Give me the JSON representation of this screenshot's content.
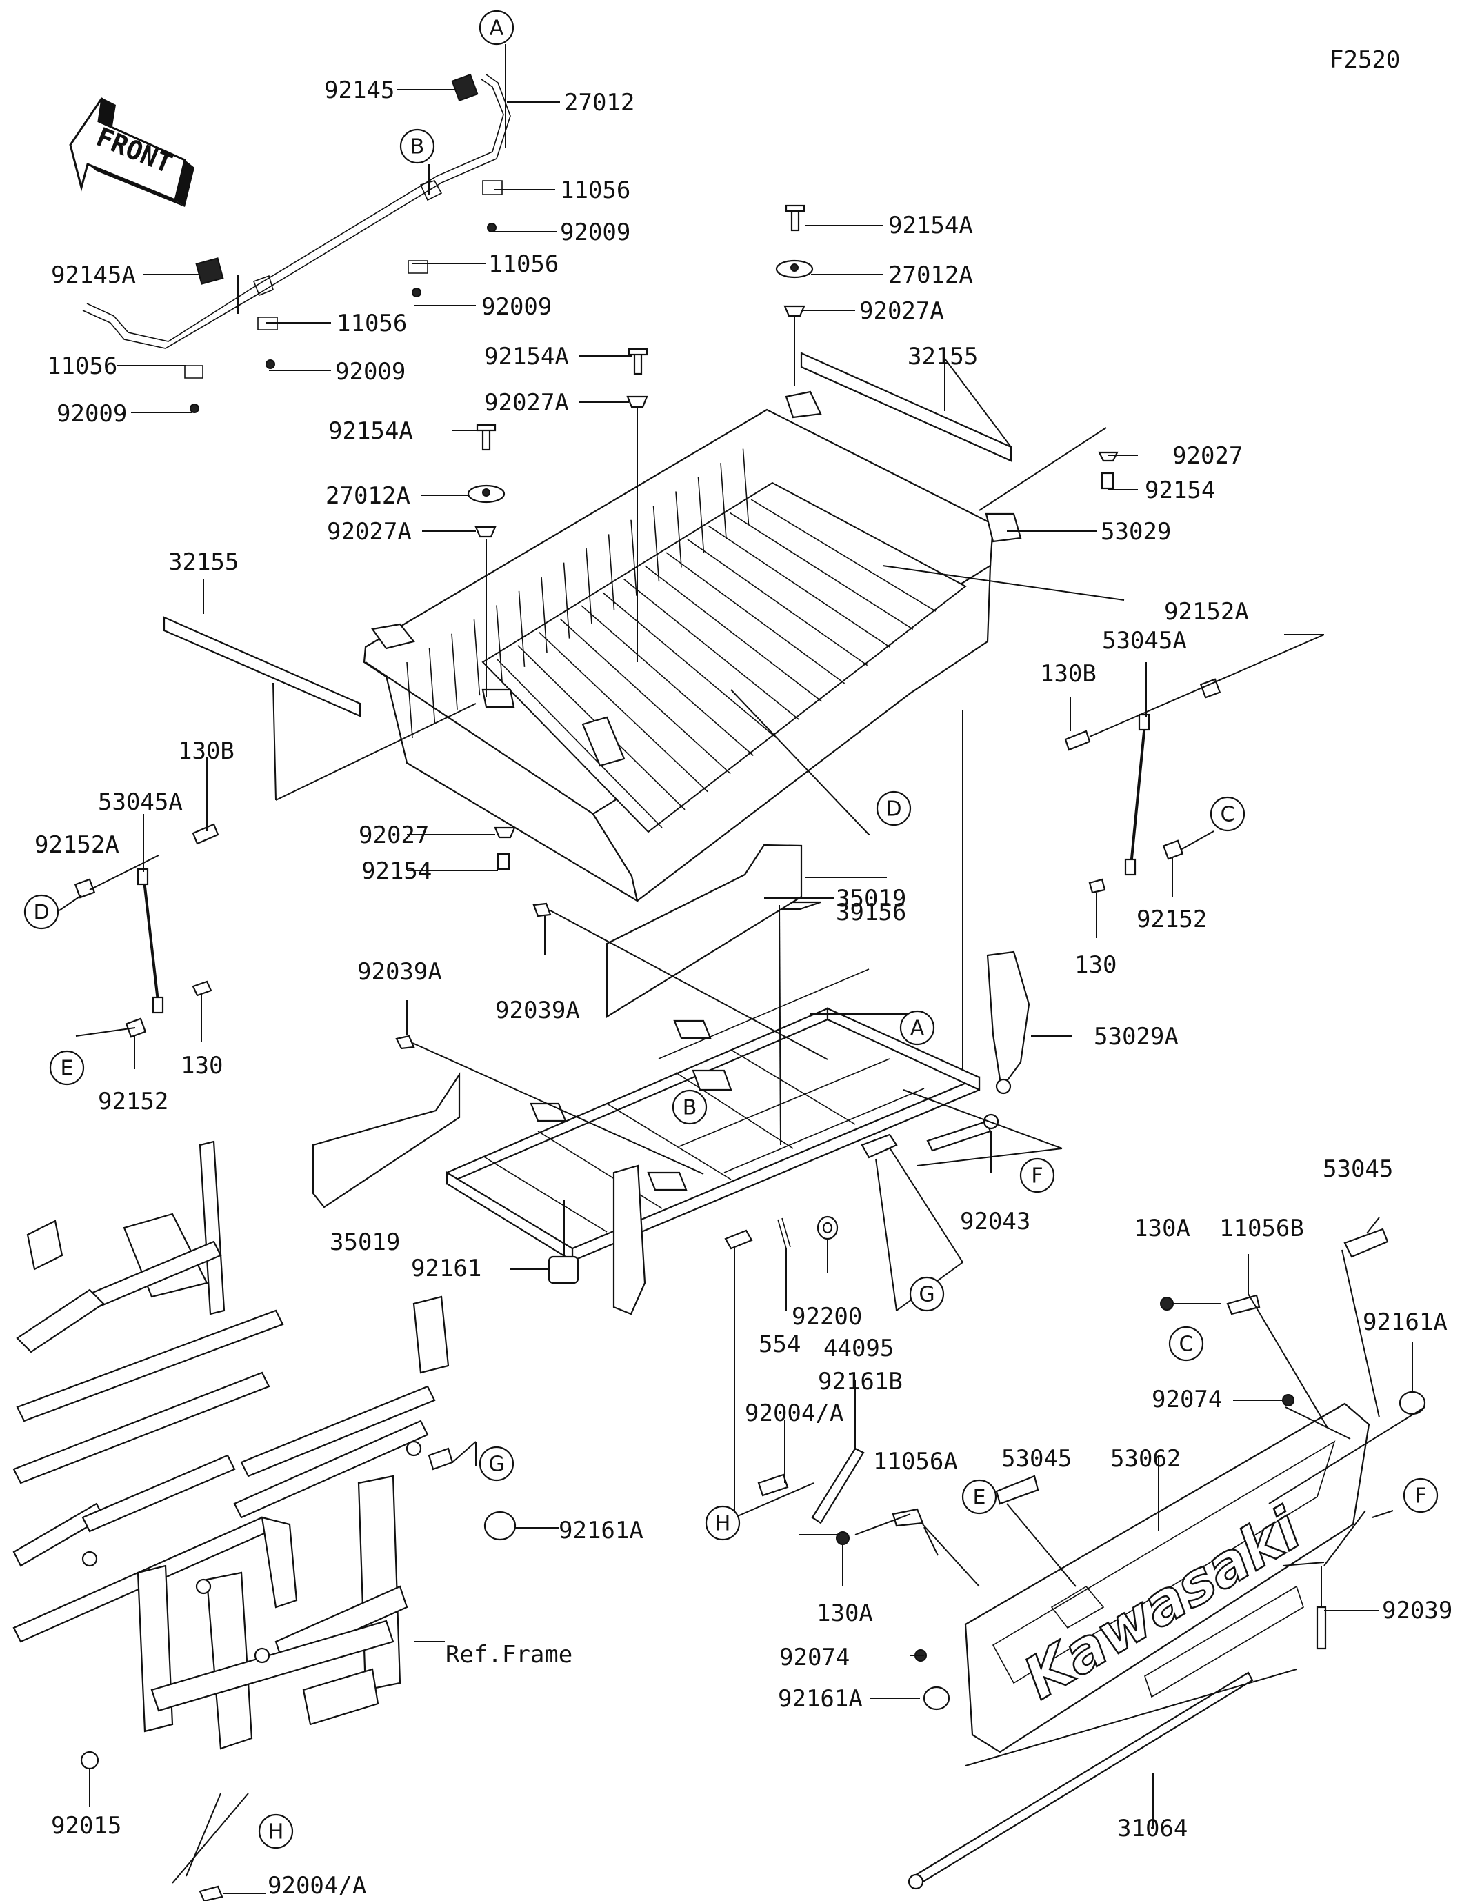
{
  "diagram": {
    "code": "F2520",
    "front_label": "FRONT",
    "brand_on_tailgate": "Kawasaki",
    "part_labels": [
      {
        "id": "p-92145",
        "text": "92145"
      },
      {
        "id": "p-27012",
        "text": "27012"
      },
      {
        "id": "p-11056-a",
        "text": "11056"
      },
      {
        "id": "p-92009-a",
        "text": "92009"
      },
      {
        "id": "p-92145A",
        "text": "92145A"
      },
      {
        "id": "p-11056-b",
        "text": "11056"
      },
      {
        "id": "p-92009-b",
        "text": "92009"
      },
      {
        "id": "p-11056-c",
        "text": "11056"
      },
      {
        "id": "p-92009-c",
        "text": "92009"
      },
      {
        "id": "p-11056-d",
        "text": "11056"
      },
      {
        "id": "p-92009-d",
        "text": "92009"
      },
      {
        "id": "p-92154A-a",
        "text": "92154A"
      },
      {
        "id": "p-27012A-a",
        "text": "27012A"
      },
      {
        "id": "p-92027A-a",
        "text": "92027A"
      },
      {
        "id": "p-92154A-b",
        "text": "92154A"
      },
      {
        "id": "p-32155-a",
        "text": "32155"
      },
      {
        "id": "p-92027A-b",
        "text": "92027A"
      },
      {
        "id": "p-92154A-c",
        "text": "92154A"
      },
      {
        "id": "p-92027-a",
        "text": "92027"
      },
      {
        "id": "p-27012A-b",
        "text": "27012A"
      },
      {
        "id": "p-92154-a",
        "text": "92154"
      },
      {
        "id": "p-92027A-c",
        "text": "92027A"
      },
      {
        "id": "p-53029",
        "text": "53029"
      },
      {
        "id": "p-32155-b",
        "text": "32155"
      },
      {
        "id": "p-92152A-a",
        "text": "92152A"
      },
      {
        "id": "p-53045A-a",
        "text": "53045A"
      },
      {
        "id": "p-130B-a",
        "text": "130B"
      },
      {
        "id": "p-130B-b",
        "text": "130B"
      },
      {
        "id": "p-53045A-b",
        "text": "53045A"
      },
      {
        "id": "p-92152A-b",
        "text": "92152A"
      },
      {
        "id": "p-92027-b",
        "text": "92027"
      },
      {
        "id": "p-92154-b",
        "text": "92154"
      },
      {
        "id": "p-35019-a",
        "text": "35019"
      },
      {
        "id": "p-92152-a",
        "text": "92152"
      },
      {
        "id": "p-130-a",
        "text": "130"
      },
      {
        "id": "p-39156",
        "text": "39156"
      },
      {
        "id": "p-92039A-a",
        "text": "92039A"
      },
      {
        "id": "p-92039A-b",
        "text": "92039A"
      },
      {
        "id": "p-53029A",
        "text": "53029A"
      },
      {
        "id": "p-130-b",
        "text": "130"
      },
      {
        "id": "p-92152-b",
        "text": "92152"
      },
      {
        "id": "p-53045-a",
        "text": "53045"
      },
      {
        "id": "p-35019-b",
        "text": "35019"
      },
      {
        "id": "p-92043",
        "text": "92043"
      },
      {
        "id": "p-130A-a",
        "text": "130A"
      },
      {
        "id": "p-11056B",
        "text": "11056B"
      },
      {
        "id": "p-92161",
        "text": "92161"
      },
      {
        "id": "p-92200",
        "text": "92200"
      },
      {
        "id": "p-554",
        "text": "554"
      },
      {
        "id": "p-44095",
        "text": "44095"
      },
      {
        "id": "p-92161A-a",
        "text": "92161A"
      },
      {
        "id": "p-92161B",
        "text": "92161B"
      },
      {
        "id": "p-92004A-a",
        "text": "92004/A"
      },
      {
        "id": "p-92074-a",
        "text": "92074"
      },
      {
        "id": "p-11056A",
        "text": "11056A"
      },
      {
        "id": "p-53045-b",
        "text": "53045"
      },
      {
        "id": "p-53062",
        "text": "53062"
      },
      {
        "id": "p-92161A-b",
        "text": "92161A"
      },
      {
        "id": "p-130A-b",
        "text": "130A"
      },
      {
        "id": "p-92039",
        "text": "92039"
      },
      {
        "id": "p-ref-frame",
        "text": "Ref.Frame"
      },
      {
        "id": "p-92074-b",
        "text": "92074"
      },
      {
        "id": "p-92161A-c",
        "text": "92161A"
      },
      {
        "id": "p-92015",
        "text": "92015"
      },
      {
        "id": "p-31064",
        "text": "31064"
      },
      {
        "id": "p-92004A-b",
        "text": "92004/A"
      }
    ],
    "callouts": [
      {
        "id": "c-A-top",
        "letter": "A"
      },
      {
        "id": "c-B-top",
        "letter": "B"
      },
      {
        "id": "c-D-left",
        "letter": "D"
      },
      {
        "id": "c-E-left",
        "letter": "E"
      },
      {
        "id": "c-D-bed",
        "letter": "D"
      },
      {
        "id": "c-C-right",
        "letter": "C"
      },
      {
        "id": "c-A-sub",
        "letter": "A"
      },
      {
        "id": "c-B-sub",
        "letter": "B"
      },
      {
        "id": "c-F-sub",
        "letter": "F"
      },
      {
        "id": "c-G-sub",
        "letter": "G"
      },
      {
        "id": "c-G-frame",
        "letter": "G"
      },
      {
        "id": "c-H-mid",
        "letter": "H"
      },
      {
        "id": "c-C-gate",
        "letter": "C"
      },
      {
        "id": "c-E-gate",
        "letter": "E"
      },
      {
        "id": "c-F-gate",
        "letter": "F"
      },
      {
        "id": "c-H-bottom",
        "letter": "H"
      }
    ]
  }
}
